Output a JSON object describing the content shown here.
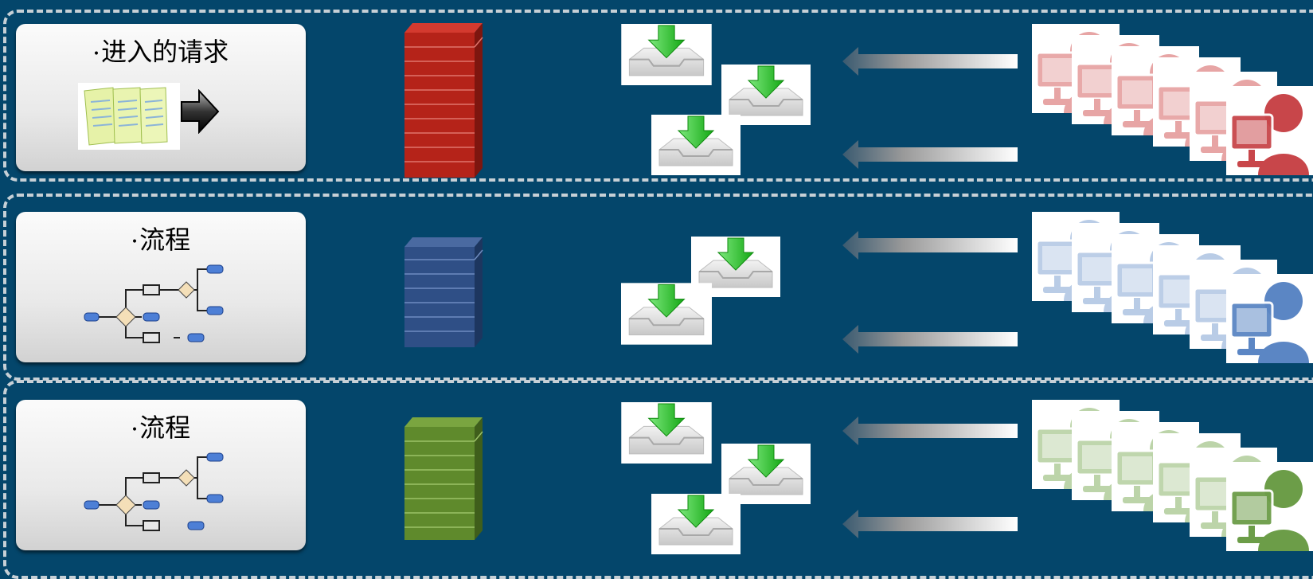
{
  "lanes": [
    {
      "title": "进入的请求",
      "color": "#b52319",
      "side": "#7d160f",
      "top": "#d43a2f",
      "user_color": "#c8464a",
      "user_light": "#e7a5a5"
    },
    {
      "title": "流程",
      "color": "#2f4f86",
      "side": "#1d365f",
      "top": "#4a6aa1",
      "user_color": "#5b86c4",
      "user_light": "#b9cce6"
    },
    {
      "title": "流程",
      "color": "#5f8a2c",
      "side": "#3f5e1b",
      "top": "#7aa540",
      "user_color": "#6c9d48",
      "user_light": "#bcd4a9"
    }
  ],
  "icons": {
    "document": "document-stack-icon",
    "arrow": "right-arrow-icon",
    "flowchart": "flowchart-icon",
    "tray": "download-tray-icon",
    "user": "computer-user-icon"
  },
  "colors": {
    "background": "#04466b",
    "dash": "#c7d0d6",
    "tray_arrow": "#2ec62e"
  }
}
